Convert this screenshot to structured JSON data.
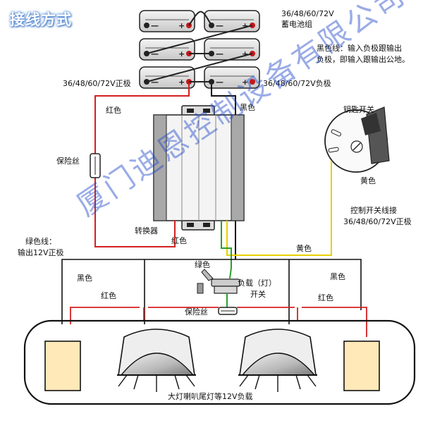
{
  "title": "接线方式",
  "battery": {
    "voltage": "36/48/60/72V",
    "name": "蓄电池组",
    "positive_label": "36/48/60/72V正极",
    "negative_label": "36/48/60/72V负极"
  },
  "notes": {
    "black_wire_line1": "黑色线：输入负极跟输出",
    "black_wire_line2": "负极，即输入跟输出公地。",
    "green_wire_line1": "绿色线：",
    "green_wire_line2": "输出12V正极"
  },
  "wires": {
    "red": "红色",
    "black": "黑色",
    "yellow": "黄色",
    "green": "绿色"
  },
  "components": {
    "fuse": "保险丝",
    "converter": "转换器",
    "key_switch": "钥匙开关",
    "load_switch_line1": "负载（灯）",
    "load_switch_line2": "开关",
    "control_line1": "控制开关线接",
    "control_line2": "36/48/60/72V正极",
    "load": "大灯喇叭尾灯等12V负载"
  },
  "watermark": "厦门迪恩控制设备有限公司",
  "colors": {
    "red_wire": "#d42020",
    "black_wire": "#111111",
    "yellow_wire": "#e8d000",
    "green_wire": "#2aa02a",
    "watermark": "#1e46c8"
  }
}
